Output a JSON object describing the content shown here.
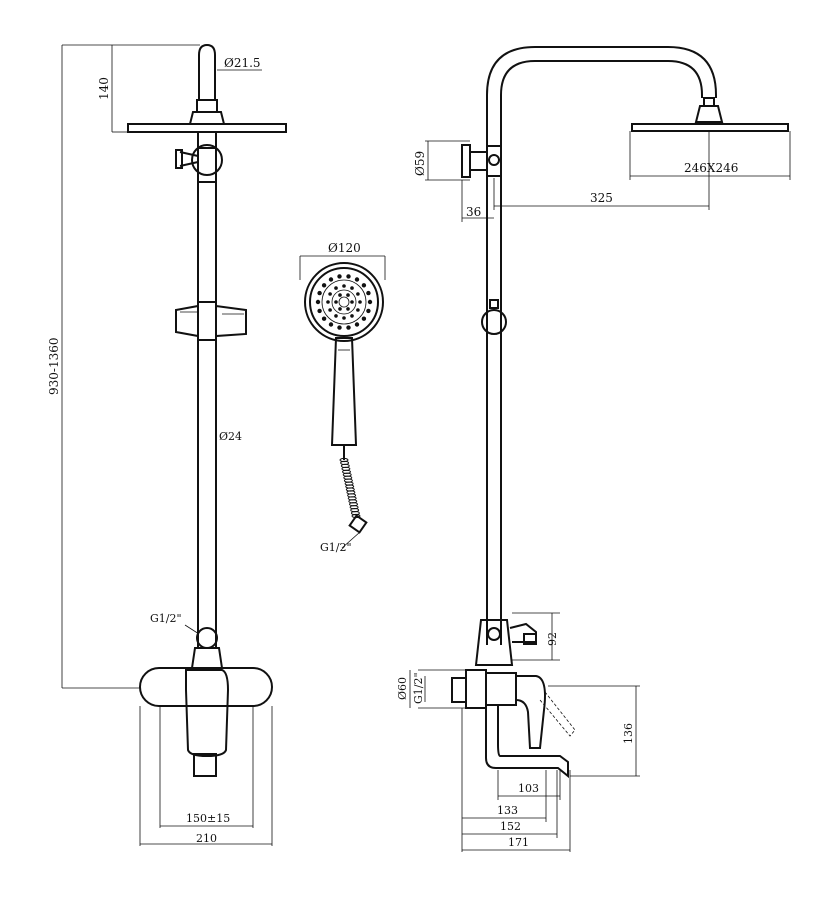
{
  "front_view": {
    "inlet_diameter": "Ø21.5",
    "arm_height": "140",
    "total_height": "930-1360",
    "rail_diameter": "Ø24",
    "inlet_thread": "G1/2\"",
    "centers": "150±15",
    "mixer_width": "210"
  },
  "hand_shower": {
    "head_diameter": "Ø120",
    "hose_thread": "G1/2\""
  },
  "side_view": {
    "escutcheon_diameter": "Ø59",
    "head_size": "246X246",
    "arm_reach": "325",
    "wall_offset": "36",
    "diverter_height": "92",
    "inlet_diameter": "Ø60",
    "inlet_thread": "G1/2\"",
    "spout_drop": "136",
    "spout_103": "103",
    "spout_133": "133",
    "spout_152": "152",
    "spout_171": "171"
  }
}
